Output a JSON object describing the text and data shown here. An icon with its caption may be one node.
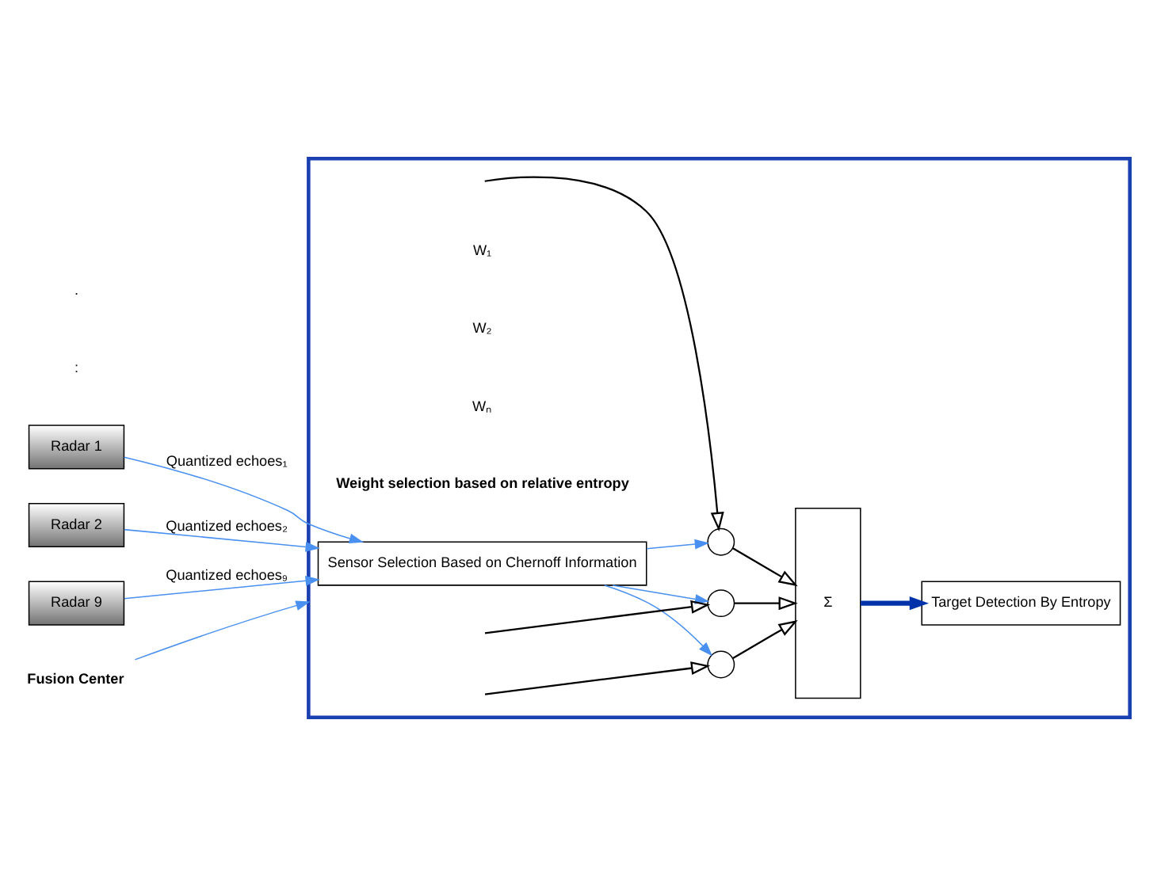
{
  "diagram": {
    "nodes": [
      {
        "text": [
          "Radar 1"
        ]
      },
      {
        "text": [
          "Radar 2"
        ]
      },
      {
        "text": [
          "Radar 9"
        ]
      },
      {
        "text": [],
        "shape": "box"
      },
      {
        "text": [
          "Sensor Selection Based on Chernoff Information"
        ],
        "in": 3
      },
      {
        "text": [],
        "shape": "circle",
        "in": 3
      },
      {
        "text": [],
        "shape": "circle",
        "in": 3
      },
      {
        "text": [],
        "shape": "circle",
        "in": 3
      },
      {
        "text": [
          "Σ"
        ],
        "in": 3
      },
      {
        "text": [
          "Target Detection By Entropy"
        ],
        "in": 3
      },
      {
        "text": [
          "Fusion Center"
        ]
      }
    ],
    "edges": [
      {
        "from": 0,
        "to": 4,
        "arrow": "to",
        "label": "Quantized echoes₁"
      },
      {
        "from": 1,
        "to": 4,
        "arrow": "to",
        "label": "Quantized echoes₂"
      },
      {
        "from": 2,
        "to": 4,
        "arrow": "to",
        "label": "Quantized echoes₉"
      },
      {
        "from": 4,
        "to": 5,
        "arrow": "to"
      },
      {
        "from": 4,
        "to": 6,
        "arrow": "to"
      },
      {
        "from": 4,
        "to": 7,
        "arrow": "to"
      },
      {
        "from": 5,
        "to": 8,
        "arrow": "to",
        "color": "#000000"
      },
      {
        "from": 6,
        "to": 8,
        "arrow": "to",
        "color": "#000000"
      },
      {
        "from": 7,
        "to": 8,
        "arrow": "to",
        "color": "#000000"
      },
      {
        "from": null,
        "to": 5,
        "arrow": "to",
        "color": "#000000"
      },
      {
        "from": null,
        "to": 6,
        "arrow": "to",
        "color": "#000000"
      },
      {
        "from": null,
        "to": 7,
        "arrow": "to",
        "color": "#000000"
      },
      {
        "from": 8,
        "to": 9,
        "arrow": "to",
        "style": "thick",
        "color": "#0033aa"
      },
      {
        "from": 10,
        "to": 3,
        "arrow": "to"
      }
    ],
    "labels": [
      ":",
      ".",
      "W₁",
      "W₂",
      "Wₙ",
      "Weight selection based on relative entropy"
    ]
  }
}
